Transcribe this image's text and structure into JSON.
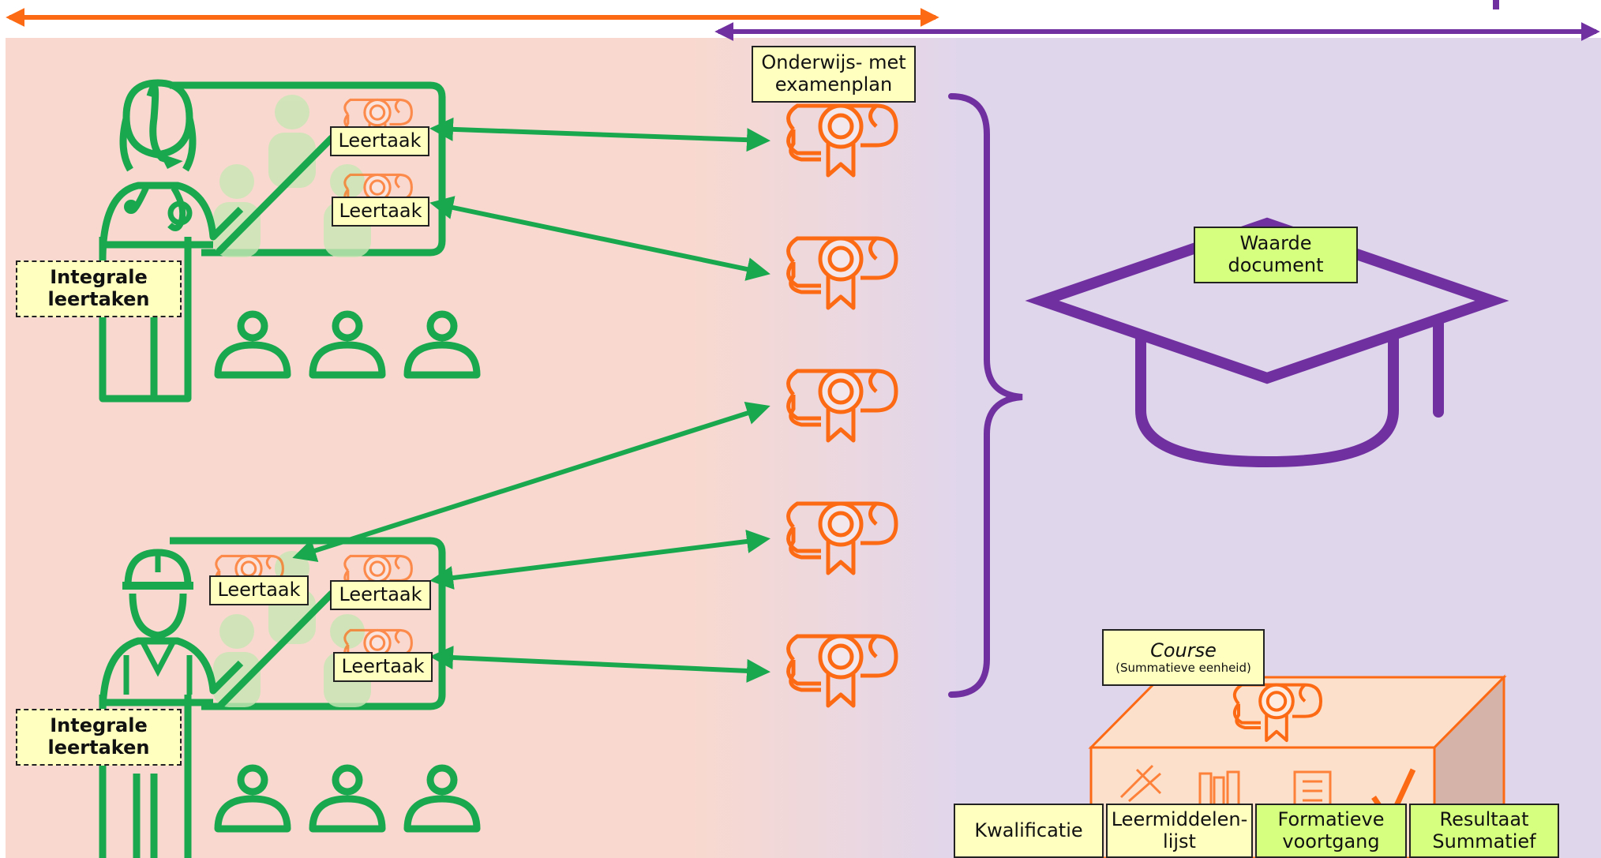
{
  "labels": {
    "leertaak": "Leertaak",
    "integrale_line1": "Integrale",
    "integrale_line2": "leertaken",
    "onderwijs_line1": "Onderwijs- met",
    "onderwijs_line2": "examenplan",
    "waarde_line1": "Waarde",
    "waarde_line2": "document",
    "course_title": "Course",
    "course_sub": "(Summatieve eenheid)",
    "kwalificatie": "Kwalificatie",
    "leermiddelen_line1": "Leermiddelen-",
    "leermiddelen_line2": "lijst",
    "formatieve_line1": "Formatieve",
    "formatieve_line2": "voortgang",
    "resultaat_line1": "Resultaat",
    "resultaat_line2": "Summatief"
  },
  "icons": [
    "teacher-icon",
    "construction-worker-icon",
    "audience-icon",
    "diploma-icon",
    "graduation-cap-icon",
    "course-box-icon"
  ],
  "colors": {
    "salmon_bg": "#f9d9cf",
    "lavender_bg": "#e0d6ec",
    "green": "#1aa84f",
    "orange": "#fd6a14",
    "purple": "#7030a0",
    "label_yellow": "#ffffc0",
    "label_green": "#d6ff80"
  }
}
